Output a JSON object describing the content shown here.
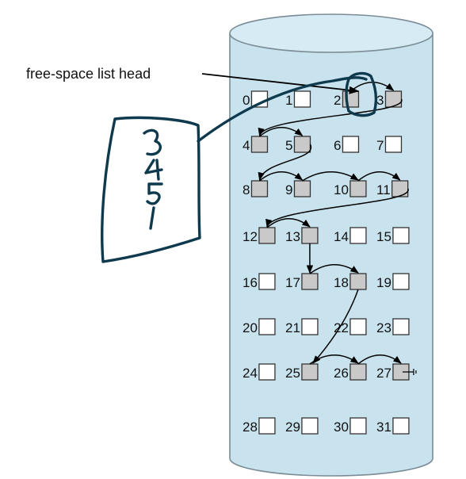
{
  "head_label": "free-space list head",
  "handwriting": "3451",
  "colors": {
    "cylinder_fill": "#c9e3ee",
    "cylinder_top": "#d6ebf3",
    "free_block": "#c9c9c9",
    "used_block": "#ffffff",
    "ink": "#0f3a4e"
  },
  "blocks": [
    {
      "n": "0",
      "free": false
    },
    {
      "n": "1",
      "free": false
    },
    {
      "n": "2",
      "free": true
    },
    {
      "n": "3",
      "free": true
    },
    {
      "n": "4",
      "free": true
    },
    {
      "n": "5",
      "free": true
    },
    {
      "n": "6",
      "free": false
    },
    {
      "n": "7",
      "free": false
    },
    {
      "n": "8",
      "free": true
    },
    {
      "n": "9",
      "free": true
    },
    {
      "n": "10",
      "free": true
    },
    {
      "n": "11",
      "free": true
    },
    {
      "n": "12",
      "free": true
    },
    {
      "n": "13",
      "free": true
    },
    {
      "n": "14",
      "free": false
    },
    {
      "n": "15",
      "free": false
    },
    {
      "n": "16",
      "free": false
    },
    {
      "n": "17",
      "free": true
    },
    {
      "n": "18",
      "free": true
    },
    {
      "n": "19",
      "free": false
    },
    {
      "n": "20",
      "free": false
    },
    {
      "n": "21",
      "free": false
    },
    {
      "n": "22",
      "free": false
    },
    {
      "n": "23",
      "free": false
    },
    {
      "n": "24",
      "free": false
    },
    {
      "n": "25",
      "free": true
    },
    {
      "n": "26",
      "free": true
    },
    {
      "n": "27",
      "free": true
    },
    {
      "n": "28",
      "free": false
    },
    {
      "n": "29",
      "free": false
    },
    {
      "n": "30",
      "free": false
    },
    {
      "n": "31",
      "free": false
    }
  ],
  "free_list_links": [
    [
      2,
      3
    ],
    [
      3,
      4
    ],
    [
      4,
      5
    ],
    [
      5,
      8
    ],
    [
      8,
      9
    ],
    [
      9,
      10
    ],
    [
      10,
      11
    ],
    [
      11,
      12
    ],
    [
      12,
      13
    ],
    [
      13,
      17
    ],
    [
      17,
      18
    ],
    [
      18,
      25
    ],
    [
      25,
      26
    ],
    [
      26,
      27
    ]
  ]
}
